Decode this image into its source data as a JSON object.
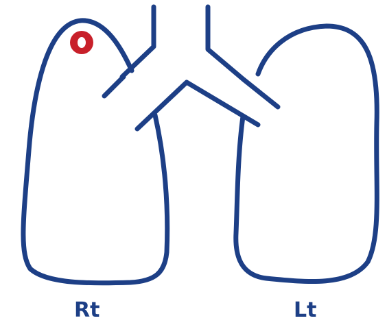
{
  "diagram": {
    "labels": {
      "right": "Rt",
      "left": "Lt"
    },
    "colors": {
      "outline": "#1d3f86",
      "lesion": "#c8202a",
      "background": "#ffffff"
    },
    "lesion_marker": {
      "side": "right",
      "lobe": "upper",
      "shape": "ring"
    }
  }
}
